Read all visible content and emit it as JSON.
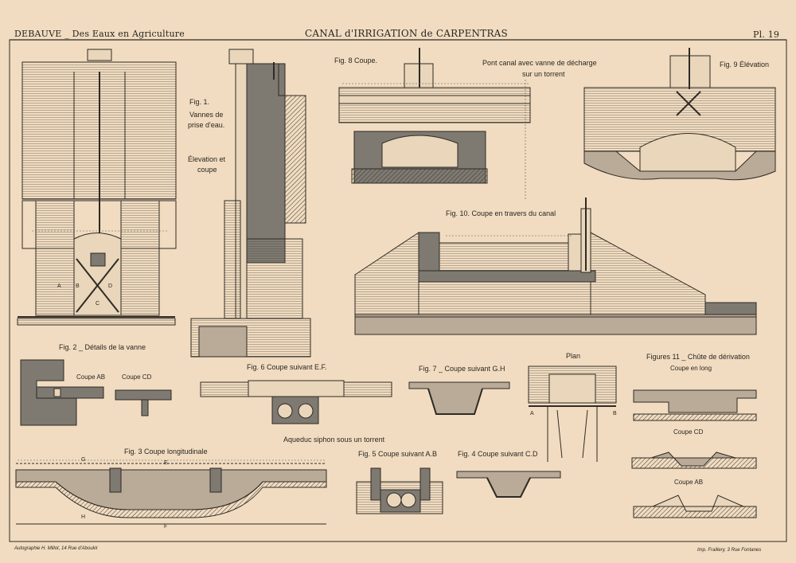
{
  "header": {
    "left": "DEBAUVE _ Des Eaux en Agriculture",
    "title": "CANAL d'IRRIGATION de CARPENTRAS",
    "plate": "Pl. 19"
  },
  "figures": {
    "fig1_a": "Fig. 1.",
    "fig1_b": "Vannes de",
    "fig1_c": "prise d'eau.",
    "fig1_d": "Élevation et",
    "fig1_e": "coupe",
    "fig2": "Fig. 2 _ Détails de la vanne",
    "fig2_ab": "Coupe AB",
    "fig2_cd": "Coupe CD",
    "fig3": "Fig. 3 Coupe longitudinale",
    "fig4": "Fig. 4 Coupe suivant C.D",
    "fig5": "Fig. 5 Coupe suivant A.B",
    "fig6": "Fig. 6 Coupe suivant E.F.",
    "fig6_sub": "Aqueduc siphon sous un torrent",
    "fig7": "Fig. 7 _ Coupe suivant G.H",
    "fig8": "Fig. 8 Coupe.",
    "pont_a": "Pont canal avec vanne de décharge",
    "pont_b": "sur un torrent",
    "fig9": "Fig. 9 Élévation",
    "fig10": "Fig. 10. Coupe en travers du canal",
    "plan": "Plan",
    "fig11": "Figures 11 _ Chûte de dérivation",
    "fig11_long": "Coupe en long",
    "fig11_cd": "Coupe CD",
    "fig11_ab": "Coupe AB"
  },
  "letters": {
    "a": "A",
    "b": "B",
    "c": "C",
    "d": "D",
    "e": "E",
    "f": "F",
    "g": "G",
    "h": "H"
  },
  "footer": {
    "left": "Autographie H. Millot, 14 Rue d'Aboukir",
    "right": "Imp. Fraillery, 3 Rue Fontanes"
  }
}
